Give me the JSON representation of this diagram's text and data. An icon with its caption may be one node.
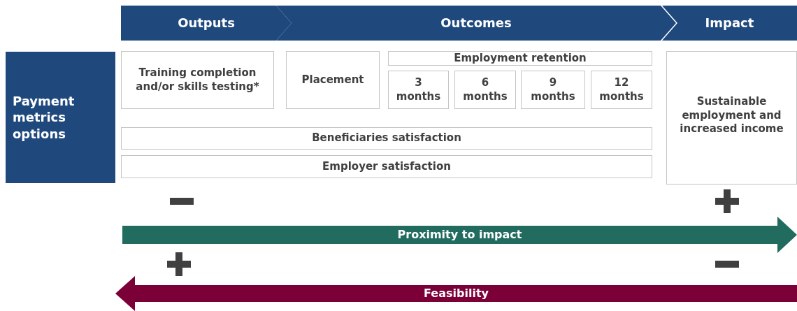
{
  "diagram": {
    "nodes": [
      {
        "text": [
          "Outputs"
        ]
      },
      {
        "text": [
          "Outcomes"
        ]
      },
      {
        "text": [
          "Impact"
        ]
      },
      {
        "text": [
          "Payment metrics options"
        ]
      },
      {
        "text": [
          "Training completion and/or skills testing*"
        ]
      },
      {
        "text": [
          "Placement"
        ]
      },
      {
        "text": [
          "Employment retention"
        ]
      },
      {
        "text": [
          "3 months"
        ]
      },
      {
        "text": [
          "6 months"
        ]
      },
      {
        "text": [
          "9 months"
        ]
      },
      {
        "text": [
          "12 months"
        ]
      },
      {
        "text": [
          "Sustainable employment and increased income"
        ]
      },
      {
        "text": [
          "Beneficiaries satisfaction"
        ]
      },
      {
        "text": [
          "Employer satisfaction"
        ]
      },
      {
        "text": [
          "Proximity to impact"
        ]
      },
      {
        "text": [
          "Feasibility"
        ]
      }
    ]
  }
}
